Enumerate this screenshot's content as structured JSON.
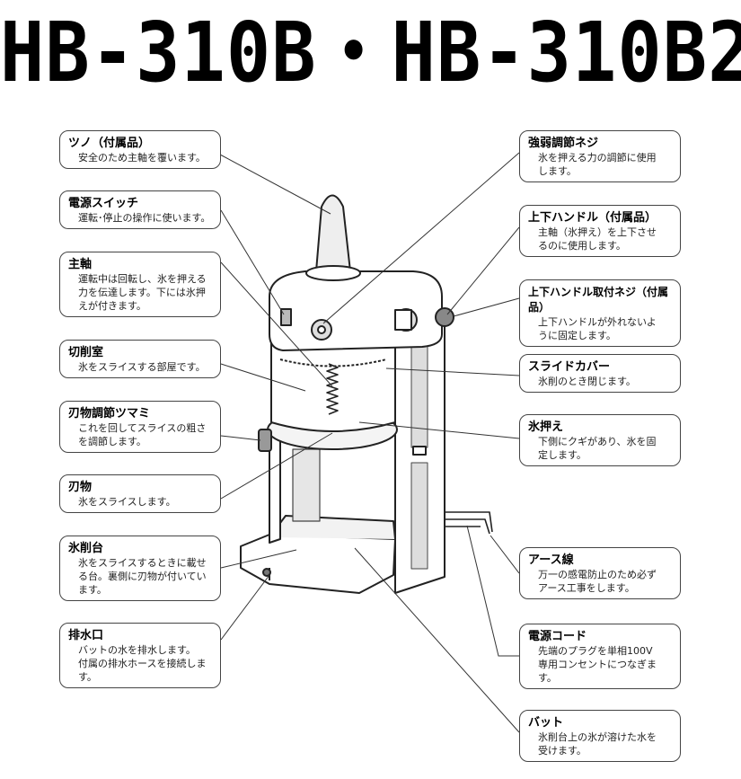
{
  "title": "HB-310B・HB-310B2",
  "labels": {
    "tsuno": {
      "heading": "ツノ（付属品）",
      "desc": "安全のため主軸を覆います。"
    },
    "power_switch": {
      "heading": "電源スイッチ",
      "desc": "運転･停止の操作に使います。"
    },
    "main_shaft": {
      "heading": "主軸",
      "desc": "運転中は回転し、氷を押える\n力を伝達します。下には氷押\nえが付きます。"
    },
    "cutting_chamber": {
      "heading": "切削室",
      "desc": "氷をスライスする部屋です。"
    },
    "blade_knob": {
      "heading": "刃物調節ツマミ",
      "desc": "これを回してスライスの粗さ\nを調節します。"
    },
    "blade": {
      "heading": "刃物",
      "desc": "氷をスライスします。"
    },
    "ice_table": {
      "heading": "氷削台",
      "desc": "氷をスライスするときに載せ\nる台。裏側に刃物が付いてい\nます。"
    },
    "drain": {
      "heading": "排水口",
      "desc": "バットの水を排水します。\n付属の排水ホースを接続しま\nす。"
    },
    "strength_screw": {
      "heading": "強弱調節ネジ",
      "desc": "氷を押える力の調節に使用\nします。"
    },
    "updown_handle": {
      "heading": "上下ハンドル（付属品）",
      "desc": "主軸（氷押え）を上下させ\nるのに使用します。"
    },
    "handle_screw": {
      "heading": "上下ハンドル取付ネジ（付属品）",
      "desc": "上下ハンドルが外れないよ\nうに固定します。"
    },
    "slide_cover": {
      "heading": "スライドカバー",
      "desc": "氷削のとき閉じます。"
    },
    "ice_holder": {
      "heading": "氷押え",
      "desc": "下側にクギがあり、氷を固\n定します。"
    },
    "earth": {
      "heading": "アース線",
      "desc": "万一の感電防止のため必ず\nアース工事をします。"
    },
    "power_cord": {
      "heading": "電源コード",
      "desc": "先端のプラグを単相100V\n専用コンセントにつなぎま\nす。"
    },
    "tray": {
      "heading": "バット",
      "desc": "氷削台上の氷が溶けた水を\n受けます。"
    }
  }
}
